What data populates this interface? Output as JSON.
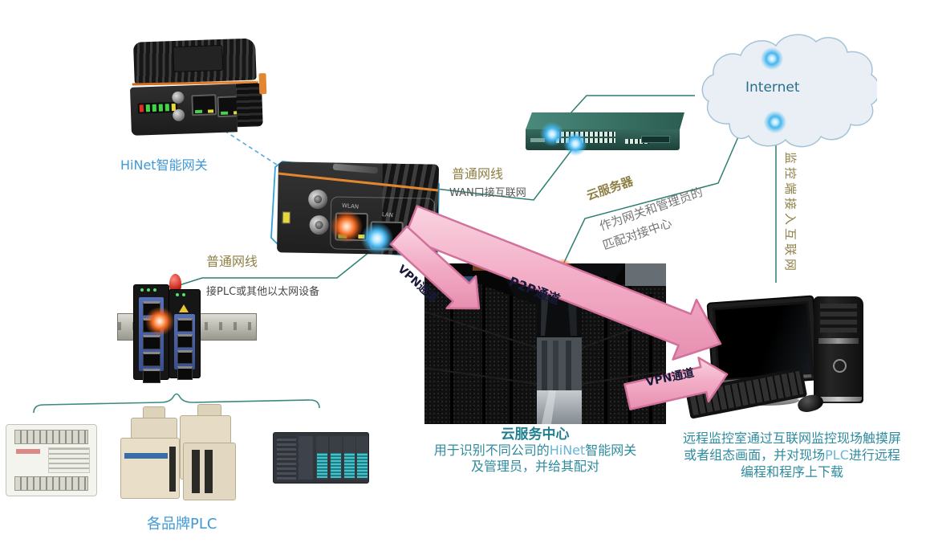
{
  "labels": {
    "hinet_gateway": "HiNet智能网关",
    "cable_top": "普通网线",
    "cable_top_note": "WAN口接互联网",
    "cable_left": "普通网线",
    "cable_left_note": "接PLC或其他以太网设备",
    "internet": "Internet",
    "cloud_server": "云服务器",
    "cloud_server_note1": "作为网关和管理员的",
    "cloud_server_note2": "匹配对接中心",
    "monitor_access_vertical": "监控端接入互联网",
    "plc_brands": "各品牌PLC"
  },
  "arrows": {
    "vpn_left": "VPN通道",
    "p2p": "P2P通道",
    "vpn_right": "VPN通道"
  },
  "device_labels": {
    "wlan_port": "WLAN",
    "lan_port": "LAN"
  },
  "cloud_center": {
    "title": "云服务中心",
    "line1_pre": "用于识别不同公司的",
    "line1_brand": "HiNet",
    "line1_post": "智能网关",
    "line2": "及管理员，并给其配对"
  },
  "remote_room": {
    "line1": "远程监控室通过互联网监控现场触摸屏",
    "line2_pre": "或者组态画面，并对现场",
    "line2_term": "PLC",
    "line2_post": "进行远程",
    "line3": "编程和程序上下载"
  },
  "colors": {
    "connection_line": "#2e7f72",
    "label_khaki": "#8e7f45",
    "label_blue": "#3f98d5",
    "caption_teal": "#2e8b9e",
    "brand_highlight": "#68b5d9",
    "arrow_pink": "#f2aac4",
    "arrow_border": "#d1719c",
    "glow_blue": "#45b6ef",
    "glow_orange": "#f2671f",
    "cloud_fill": "#e9eff5",
    "cloud_stroke": "#a5c3d7"
  }
}
